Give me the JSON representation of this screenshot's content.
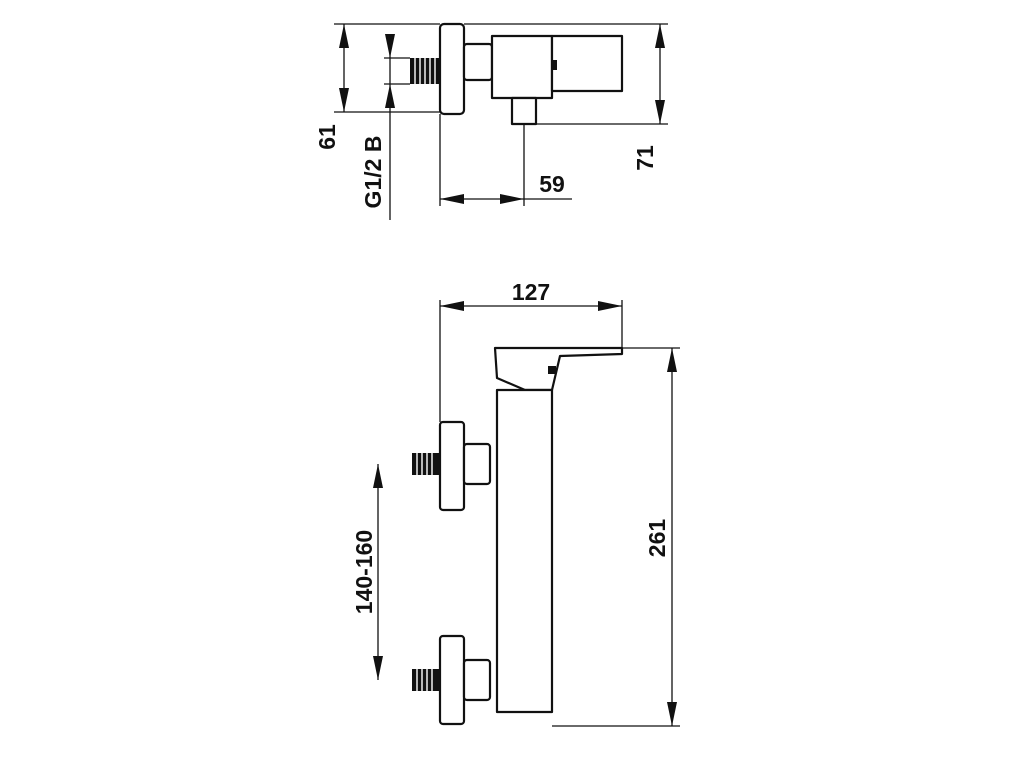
{
  "side_view": {
    "dim_depth_total": "71",
    "dim_depth_wall": "61",
    "dim_thread": "G1/2 B",
    "dim_outlet_offset": "59"
  },
  "front_view": {
    "dim_width": "127",
    "dim_height": "261",
    "dim_inlet_spacing": "140-160"
  }
}
